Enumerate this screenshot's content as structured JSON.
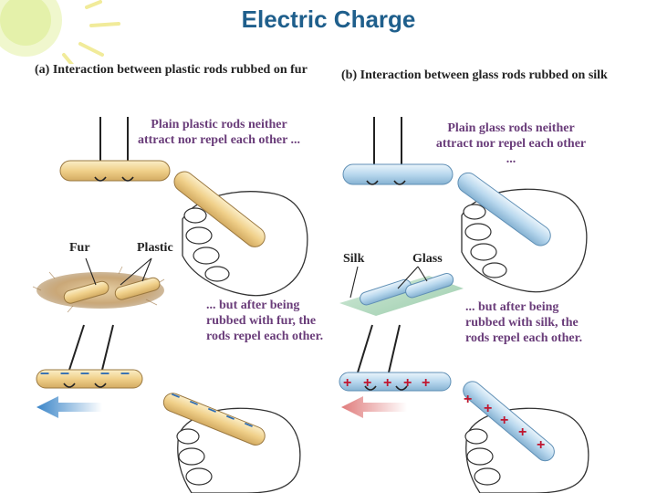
{
  "page": {
    "title": "Electric Charge"
  },
  "colors": {
    "title": "#1f5f8c",
    "caption": "#6a3d7a",
    "plastic_rod": "#f0d08a",
    "glass_rod": "#b9d8ee",
    "negative": "#2f6db3",
    "positive": "#c0162f",
    "arrow_left_a": "#3a85c8",
    "arrow_left_b": "#e07c7c",
    "fur": "#caa878",
    "silk": "#8fc6a2"
  },
  "panel_a": {
    "letter": "(a)",
    "heading": "Interaction between plastic rods rubbed on fur",
    "caption_top": "Plain plastic rods neither attract nor repel each other ...",
    "caption_bottom": "... but after being rubbed with fur, the rods repel each other.",
    "label_fur": "Fur",
    "label_rod": "Plastic",
    "charge_sign": "–"
  },
  "panel_b": {
    "letter": "(b)",
    "heading": "Interaction between glass rods rubbed on silk",
    "caption_top": "Plain glass rods neither attract nor repel each other ...",
    "caption_bottom": "... but after being rubbed with silk, the rods repel each other.",
    "label_fur": "Silk",
    "label_rod": "Glass",
    "charge_sign": "+"
  }
}
